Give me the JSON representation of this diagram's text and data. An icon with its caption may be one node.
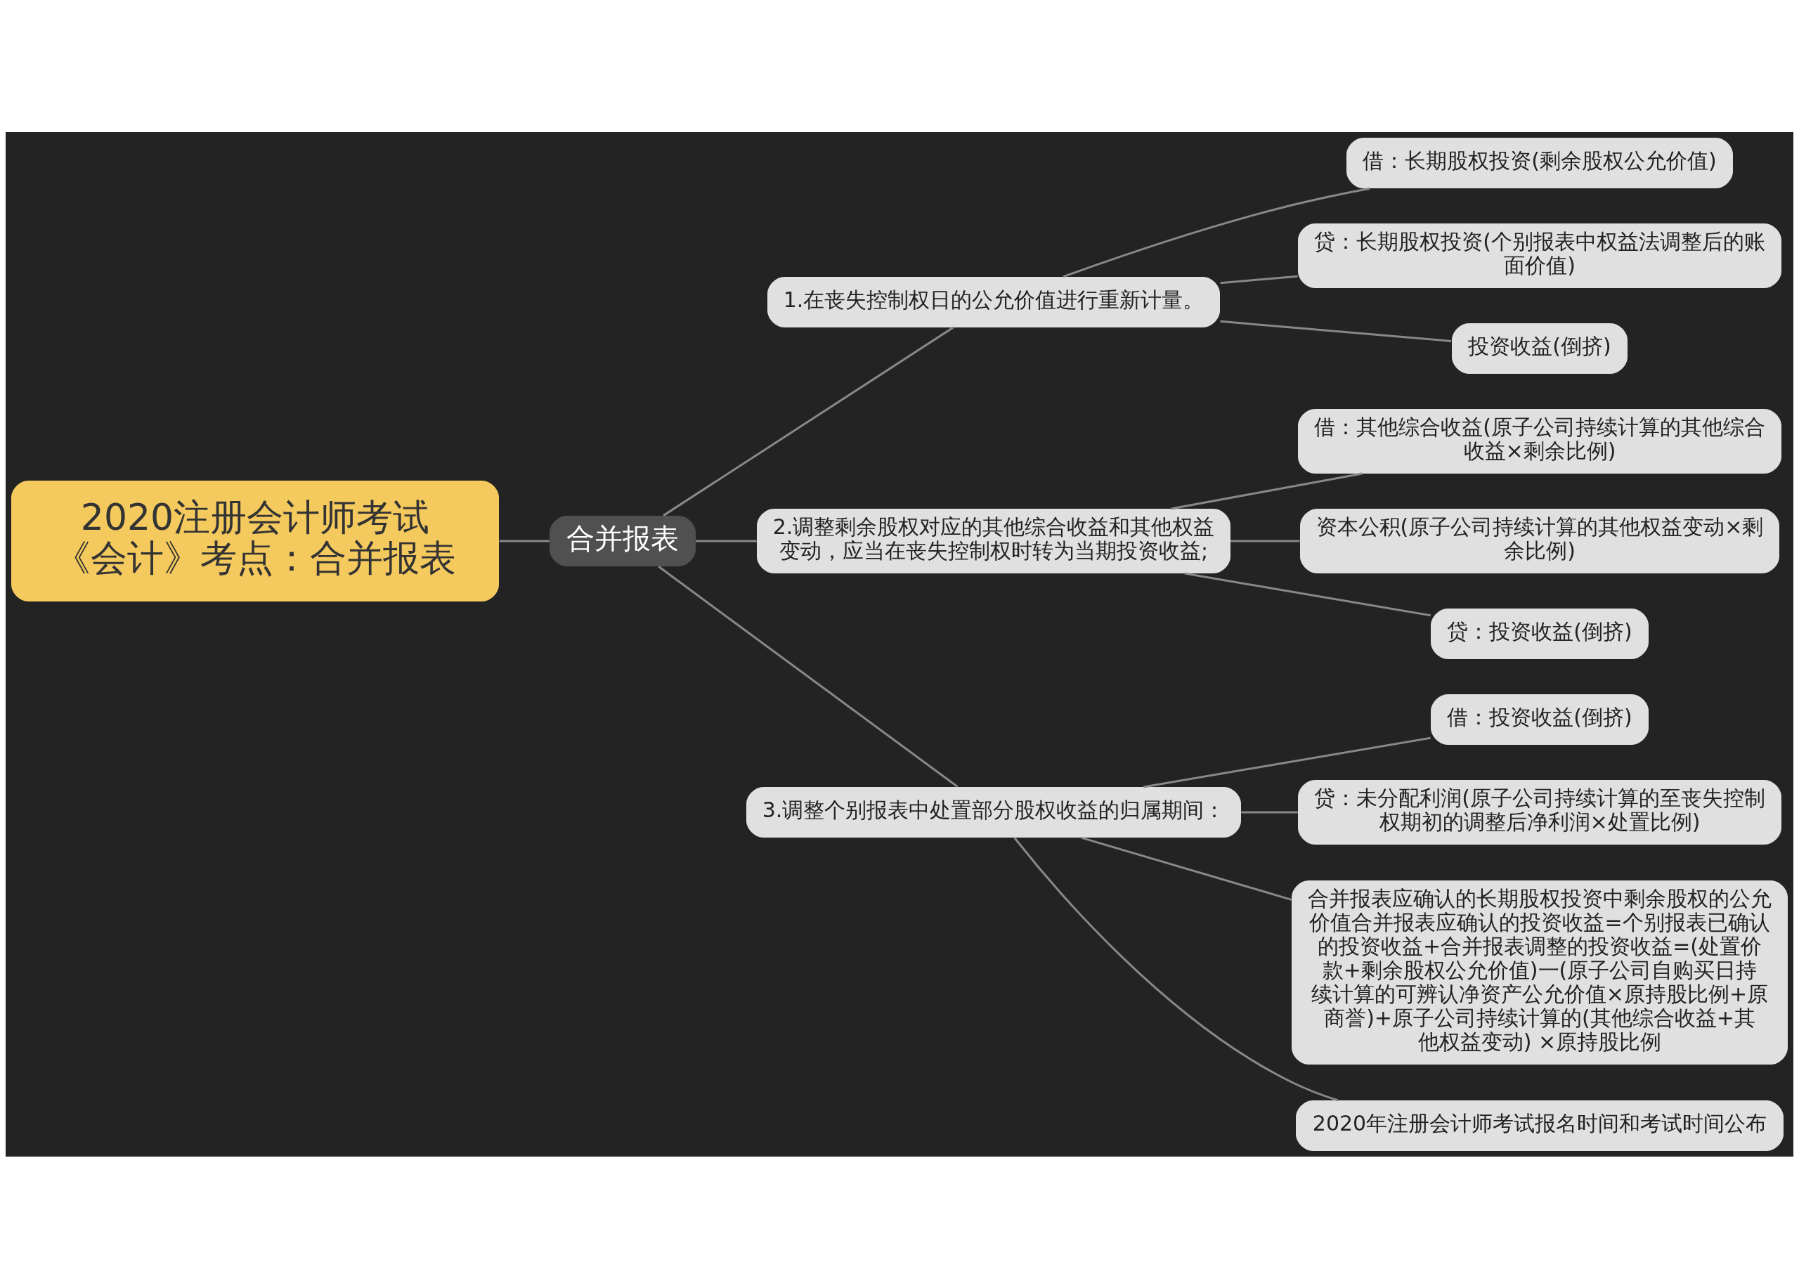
{
  "diagram": {
    "nodes": [
      {
        "text": [
          "2020注册会计师考试《会计》考点：合并报表"
        ]
      },
      {
        "text": [
          "合并报表"
        ]
      },
      {
        "text": [
          "1.在丧失控制权日的公允价值进行重新计量。"
        ]
      },
      {
        "text": [
          "借：长期股权投资(剩余股权公允价值)"
        ]
      },
      {
        "text": [
          "贷：长期股权投资(个别报表中权益法调整后的账面价值)"
        ]
      },
      {
        "text": [
          "投资收益(倒挤)"
        ]
      },
      {
        "text": [
          "2.调整剩余股权对应的其他综合收益和其他权益变动，应当在丧失控制权时转为当期投资收益;"
        ]
      },
      {
        "text": [
          "借：其他综合收益(原子公司持续计算的其他综合收益×剩余比例)"
        ]
      },
      {
        "text": [
          "资本公积(原子公司持续计算的其他权益变动×剩余比例)"
        ]
      },
      {
        "text": [
          "贷：投资收益(倒挤)"
        ]
      },
      {
        "text": [
          "3.调整个别报表中处置部分股权收益的归属期间："
        ]
      },
      {
        "text": [
          "借：投资收益(倒挤)"
        ]
      },
      {
        "text": [
          "贷：未分配利润(原子公司持续计算的至丧失控制权期初的调整后净利润×处置比例)"
        ]
      },
      {
        "text": [
          "合并报表应确认的长期股权投资中剩余股权的公允价值合并报表应确认的投资收益=个别报表已确认的投资收益+合并报表调整的投资收益=(处置价款+剩余股权公允价值)一(原子公司自购买日持续计算的可辨认净资产公允价值×原持股比例+原商誉)+原子公司持续计算的(其他综合收益+其他权益变动) ×原持股比例"
        ]
      },
      {
        "text": [
          "2020年注册会计师考试报名时间和考试时间公布"
        ]
      }
    ],
    "edges": [
      {
        "from": 0,
        "to": 1,
        "arrow": "none"
      },
      {
        "from": 1,
        "to": 2,
        "arrow": "none"
      },
      {
        "from": 2,
        "to": 3,
        "arrow": "none"
      },
      {
        "from": 2,
        "to": 4,
        "arrow": "none"
      },
      {
        "from": 2,
        "to": 5,
        "arrow": "none"
      },
      {
        "from": 1,
        "to": 6,
        "arrow": "none"
      },
      {
        "from": 6,
        "to": 7,
        "arrow": "none"
      },
      {
        "from": 6,
        "to": 8,
        "arrow": "none"
      },
      {
        "from": 6,
        "to": 9,
        "arrow": "none"
      },
      {
        "from": 1,
        "to": 10,
        "arrow": "none"
      },
      {
        "from": 10,
        "to": 11,
        "arrow": "none"
      },
      {
        "from": 10,
        "to": 12,
        "arrow": "none"
      },
      {
        "from": 10,
        "to": 13,
        "arrow": "none"
      },
      {
        "from": 10,
        "to": 14,
        "arrow": "none"
      }
    ]
  }
}
